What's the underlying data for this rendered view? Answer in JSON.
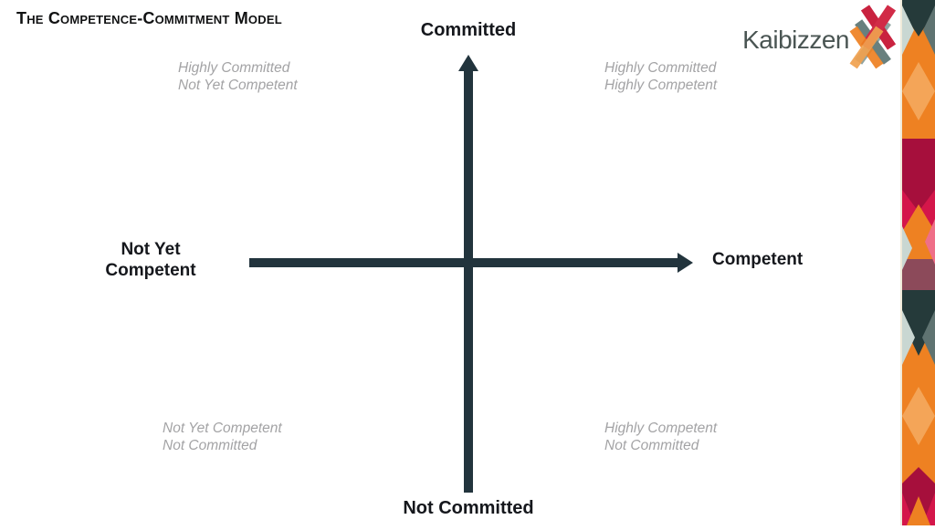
{
  "header": {
    "title": "The Competence-Commitment Model"
  },
  "logo": {
    "text": "Kaibizzen",
    "mark": "double-x-monogram",
    "colors": {
      "text": "#4a5553",
      "crimson": "#d12b47",
      "slate": "#68807e",
      "orange": "#f0a14f"
    }
  },
  "diagram": {
    "type": "quadrant-model",
    "axis_color": "#22343d",
    "muted_text_color": "#a3a3a5",
    "axes": {
      "vertical": {
        "top_label": "Committed",
        "bottom_label": "Not Committed",
        "arrowhead": "up"
      },
      "horizontal": {
        "left_label_line1": "Not Yet",
        "left_label_line2": "Competent",
        "right_label": "Competent",
        "arrowhead": "right"
      }
    },
    "quadrants": {
      "top_left": {
        "line1": "Highly Committed",
        "line2": "Not Yet Competent"
      },
      "top_right": {
        "line1": "Highly Committed",
        "line2": "Highly Competent"
      },
      "bottom_left": {
        "line1": "Not Yet Competent",
        "line2": "Not Committed"
      },
      "bottom_right": {
        "line1": "Highly Competent",
        "line2": "Not Committed"
      }
    }
  },
  "decor_strip": {
    "pattern": "argyle-diamonds",
    "colors": [
      "#253a3a",
      "#c9d7d2",
      "#5f7371",
      "#ee8122",
      "#f4a558",
      "#a60f3c",
      "#d4164a",
      "#ef6f88",
      "#8c4a5a"
    ]
  }
}
